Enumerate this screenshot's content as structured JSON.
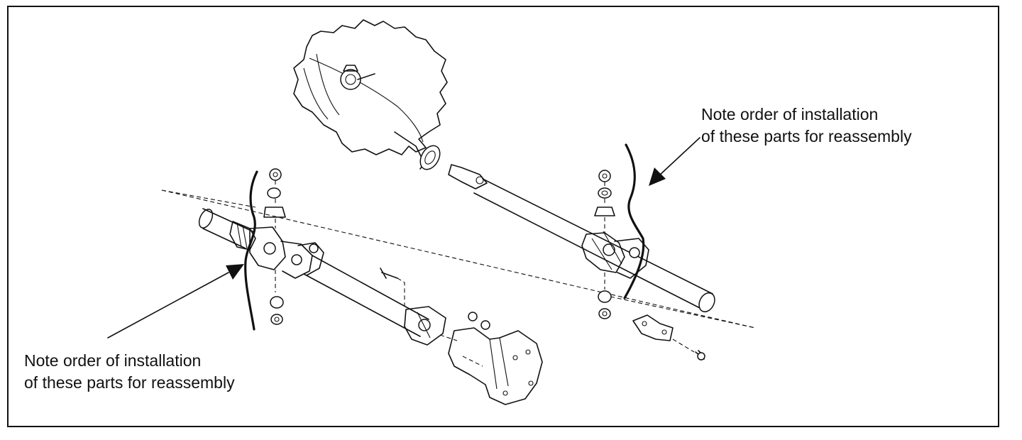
{
  "callouts": {
    "right": {
      "line1": "Note order of installation",
      "line2": "of these parts for reassembly"
    },
    "left": {
      "line1": "Note order of installation",
      "line2": "of these parts for reassembly"
    }
  }
}
